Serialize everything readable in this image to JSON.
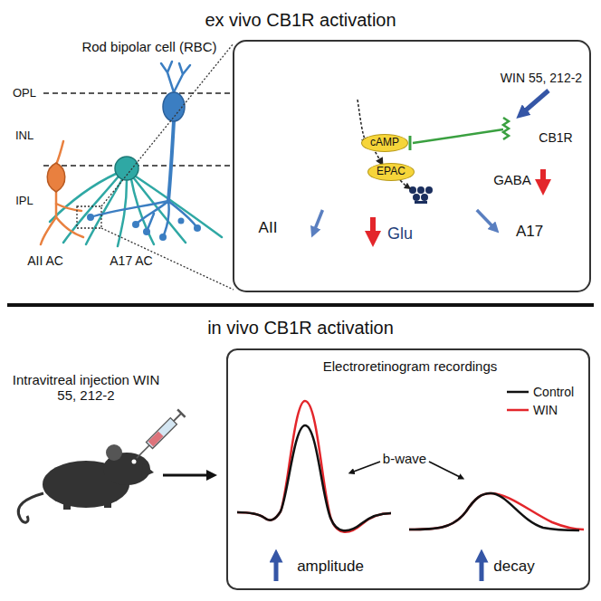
{
  "diagram": {
    "nodes": [
      {
        "text": [
          "RBC"
        ]
      },
      {
        "text": [
          "cAMP"
        ],
        "in": 0
      },
      {
        "text": [
          "EPAC"
        ],
        "in": 0
      },
      {
        "text": [
          "AII"
        ]
      },
      {
        "text": [
          "A17"
        ]
      },
      {
        "text": [
          "Electroretinogram recordings"
        ]
      }
    ],
    "edges": [
      {
        "from": 0,
        "to": 3,
        "arrow": "to"
      },
      {
        "from": 0,
        "to": 4,
        "arrow": "to"
      },
      {
        "from": 1,
        "to": 2,
        "arrow": "to"
      }
    ],
    "labels": [
      "ex vivo CB1R activation",
      "Rod bipolar cell (RBC)",
      "OPL",
      "INL",
      "IPL",
      "AII AC",
      "A17 AC",
      "WIN 55, 212-2",
      "CB1R",
      "GABA",
      "Glu",
      "in vivo CB1R activation",
      "Intravitreal injection WIN 55, 212-2",
      "b-wave",
      "amplitude",
      "decay"
    ],
    "legend": [
      {
        "text": "Control"
      },
      {
        "text": "WIN"
      }
    ]
  }
}
